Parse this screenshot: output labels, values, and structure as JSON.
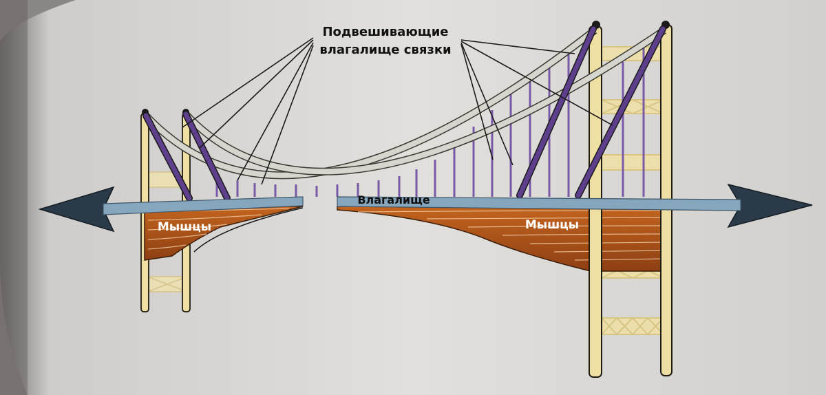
{
  "labels": {
    "ligaments_line1": "Подвешивающие",
    "ligaments_line2": "влагалище связки",
    "vagina": "Влагалище",
    "muscles_left": "Мышцы",
    "muscles_right": "Мышцы"
  },
  "colors": {
    "paper": "#dcdad8",
    "tower": "#f0dfa3",
    "tower_outline": "#1e1a14",
    "strut": "#5e3f8c",
    "cable": "#d6d6cf",
    "hanger": "#7a5aa8",
    "deck": "#86a6bd",
    "arrow": "#2a3a48",
    "muscle": "#b35a1e",
    "label_line": "#1a1a1a"
  }
}
